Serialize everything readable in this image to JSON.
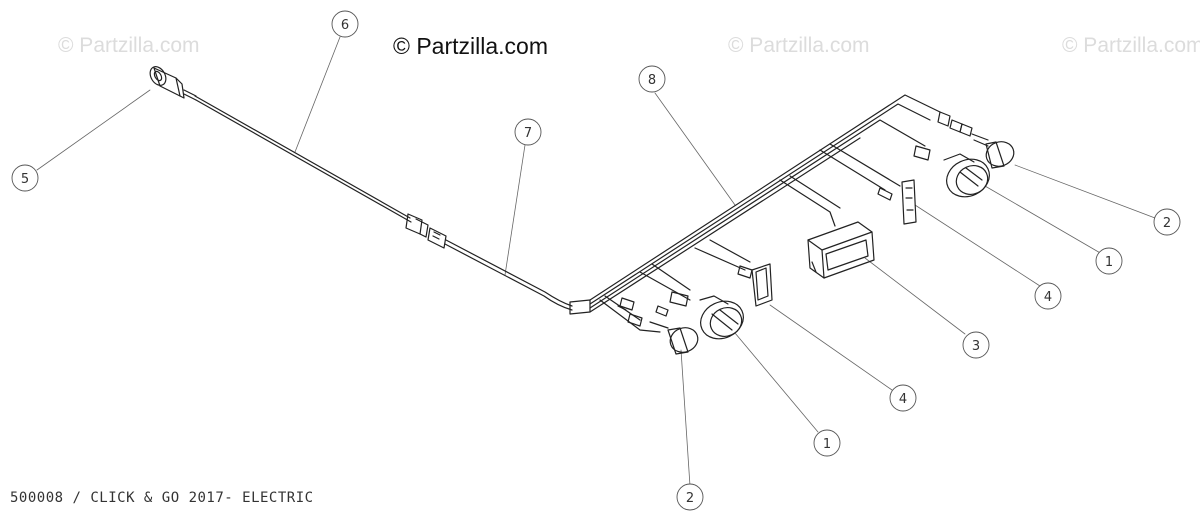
{
  "watermarks": {
    "main": "© Partzilla.com",
    "faint_1": "© Partzilla.com",
    "faint_2": "© Partzilla.com",
    "faint_3": "© Partzilla.com"
  },
  "caption": "500008 / CLICK & GO 2017- ELECTRIC",
  "callouts": [
    {
      "id": "callout-5",
      "label": "5"
    },
    {
      "id": "callout-6",
      "label": "6"
    },
    {
      "id": "callout-7",
      "label": "7"
    },
    {
      "id": "callout-8",
      "label": "8"
    },
    {
      "id": "callout-2-top",
      "label": "2"
    },
    {
      "id": "callout-1-top",
      "label": "1"
    },
    {
      "id": "callout-4-top",
      "label": "4"
    },
    {
      "id": "callout-3",
      "label": "3"
    },
    {
      "id": "callout-4-bottom",
      "label": "4"
    },
    {
      "id": "callout-1-bottom",
      "label": "1"
    },
    {
      "id": "callout-2-bottom",
      "label": "2"
    }
  ],
  "colors": {
    "line": "#222222",
    "leader": "#555555",
    "watermark": "#dcdcdc",
    "background": "#ffffff"
  }
}
